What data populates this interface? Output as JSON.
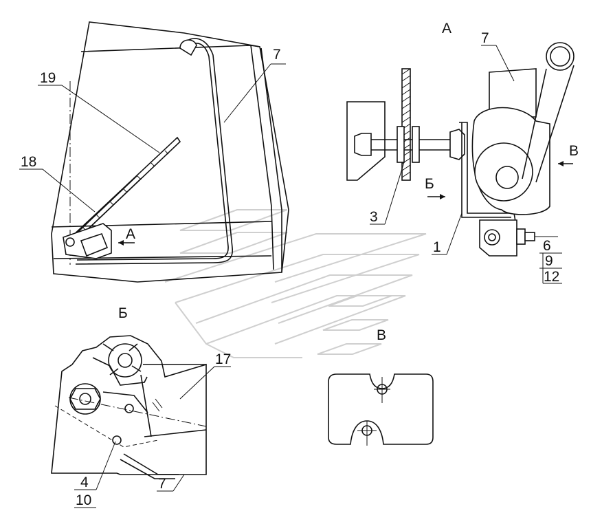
{
  "view_labels": {
    "view_a_top": "А",
    "view_a_arrow": "А",
    "view_b_arrow": "Б",
    "view_v_arrow": "В",
    "view_b_title": "Б",
    "view_v_title": "В"
  },
  "callouts": {
    "p19": "19",
    "p18": "18",
    "p7_top": "7",
    "p7_right": "7",
    "p3": "3",
    "p1": "1",
    "p6": "6",
    "p9": "9",
    "p12": "12",
    "p17": "17",
    "p4": "4",
    "p10": "10",
    "p7_bottom": "7"
  }
}
